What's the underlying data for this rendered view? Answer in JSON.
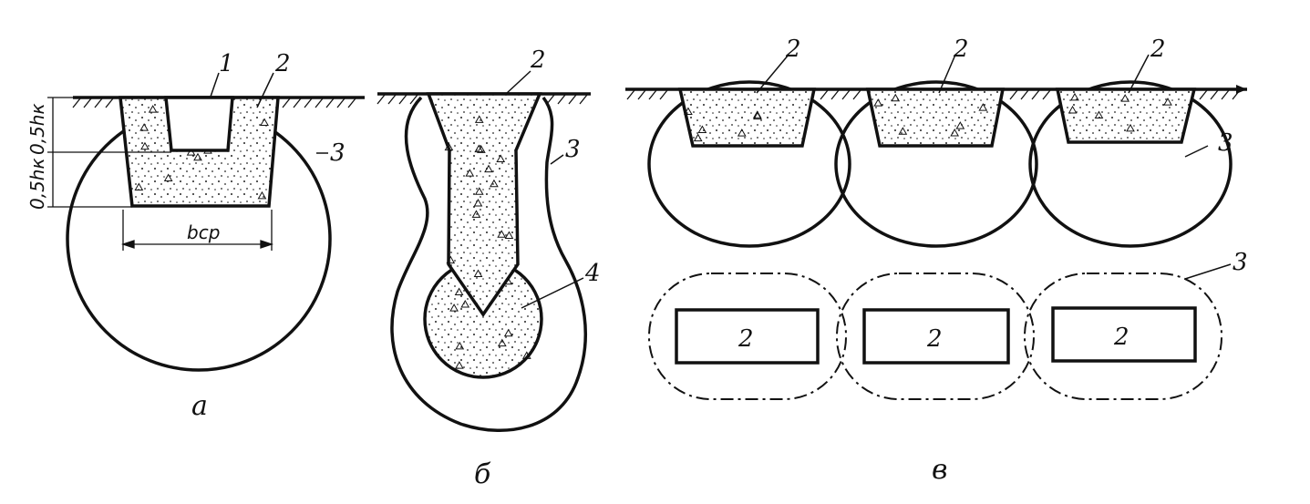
{
  "diagram": {
    "a": {
      "caption": "а",
      "labels": [
        "1",
        "2",
        "3"
      ],
      "dim_h1": "0,5hк",
      "dim_h2": "0,5hк",
      "dim_b": "bср"
    },
    "b": {
      "caption": "б",
      "labels": [
        "2",
        "3",
        "4"
      ]
    },
    "c": {
      "caption": "в",
      "labels_top": [
        "2",
        "2",
        "2"
      ],
      "label_zone_top": "3",
      "label_zone_plan": "3",
      "rect_labels": [
        "2",
        "2",
        "2"
      ]
    }
  }
}
